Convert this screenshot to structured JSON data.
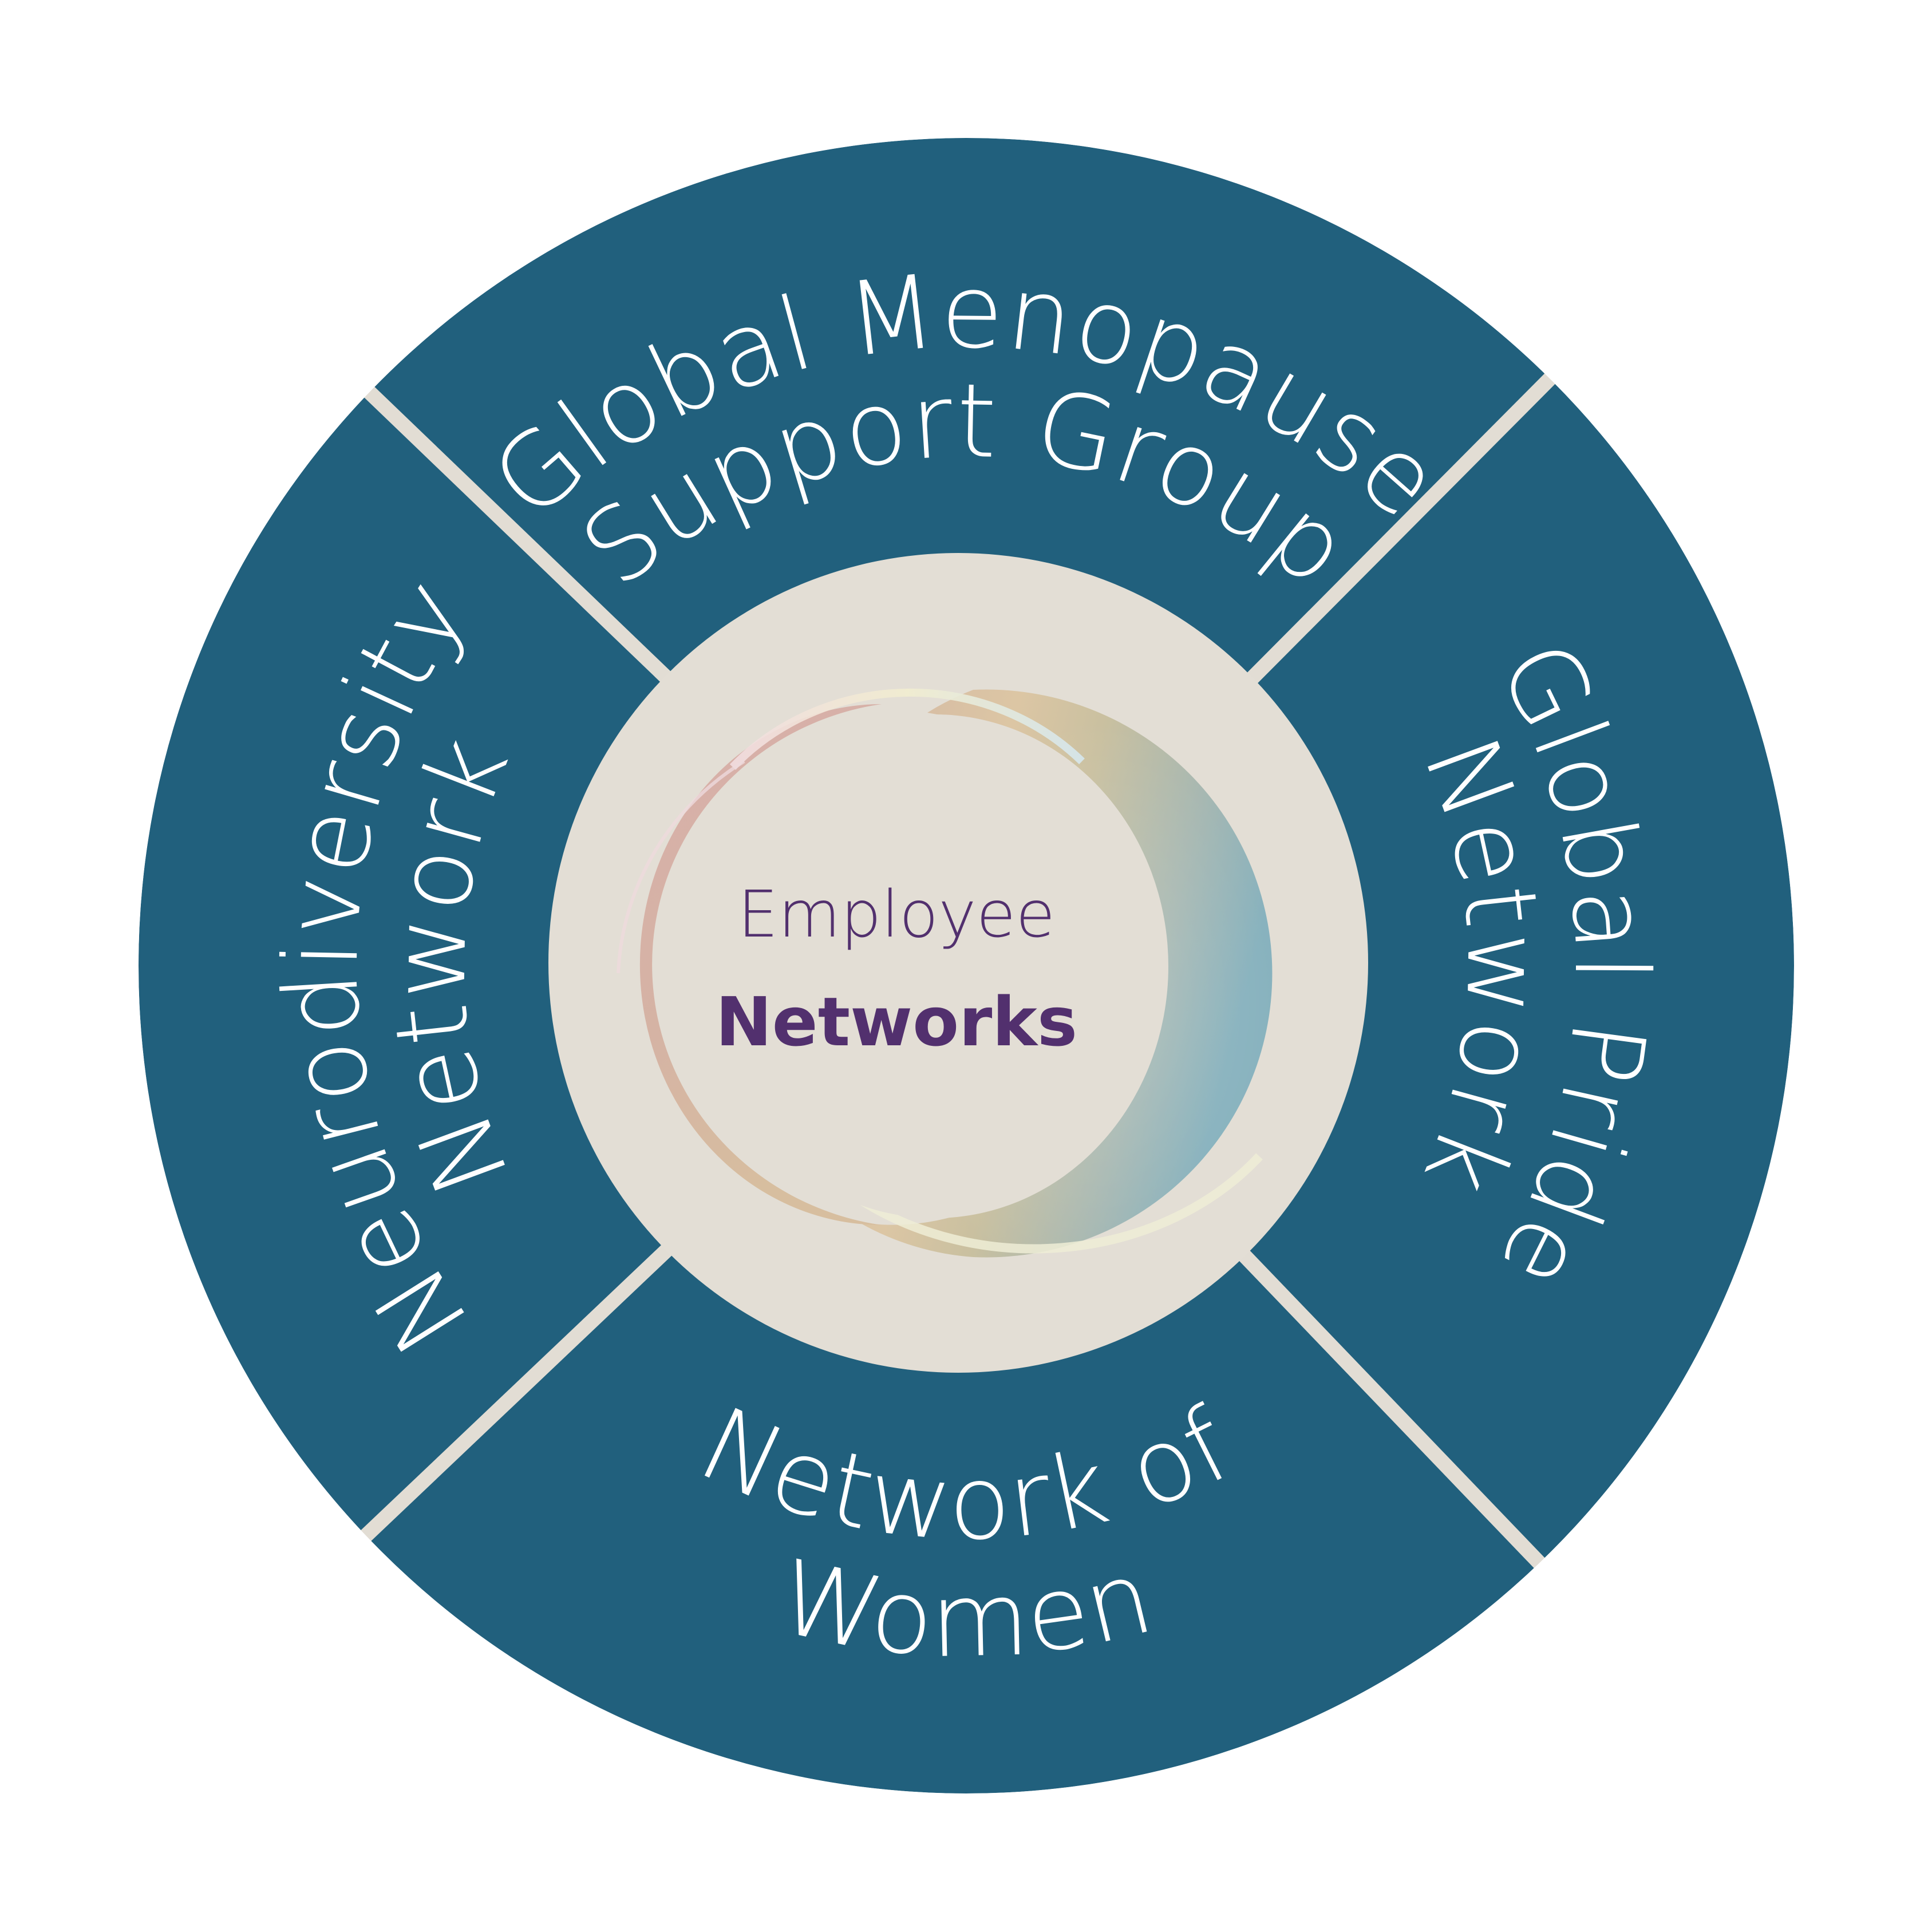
{
  "diagram": {
    "title": "Employee Networks",
    "center": {
      "line1": "Employee",
      "line2": "Networks"
    },
    "segments": [
      {
        "id": "top",
        "lines": [
          "Global Menopause",
          "Support Group"
        ]
      },
      {
        "id": "right",
        "lines": [
          "Global Pride",
          "Network"
        ]
      },
      {
        "id": "bottom",
        "lines": [
          "Network of",
          "Women"
        ]
      },
      {
        "id": "left",
        "lines": [
          "Neurodiversity",
          "Network"
        ]
      }
    ],
    "colors": {
      "ring": "#21607D",
      "divider": "#E2DDD4",
      "hub": "#E3DED5",
      "label_text": "#FFFFFF",
      "center_text": "#52306E",
      "background": "#FFFFFF"
    },
    "emblem": {
      "description": "iridescent twisted ring",
      "gradient_colors": [
        "#D9B0AA",
        "#DCC6A4",
        "#C8BF9B",
        "#A9B8B2",
        "#84B0BC"
      ]
    }
  }
}
